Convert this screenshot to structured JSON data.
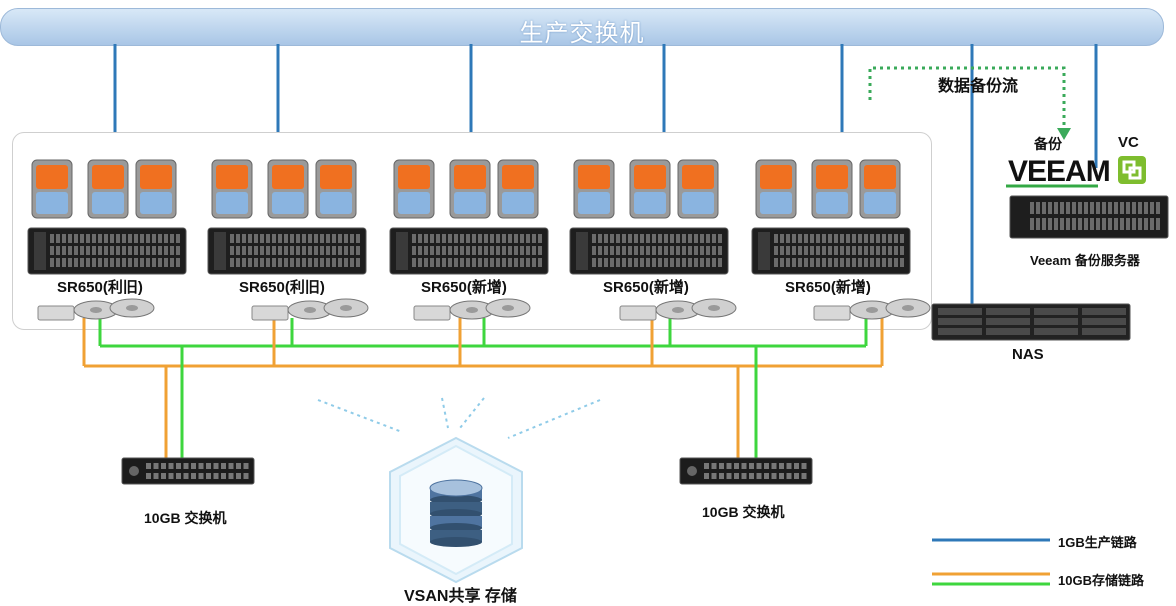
{
  "production_switch": {
    "label": "生产交换机"
  },
  "backup_flow": {
    "label": "数据备份流"
  },
  "backup_tag": {
    "label": "备份"
  },
  "veeam": {
    "logo_text": "VEEAM",
    "server_label": "Veeam 备份服务器"
  },
  "vc": {
    "label": "VC"
  },
  "nas": {
    "label": "NAS"
  },
  "servers": [
    {
      "label": "SR650(利旧)"
    },
    {
      "label": "SR650(利旧)"
    },
    {
      "label": "SR650(新增)"
    },
    {
      "label": "SR650(新增)"
    },
    {
      "label": "SR650(新增)"
    }
  ],
  "switches": [
    {
      "label": "10GB 交换机"
    },
    {
      "label": "10GB 交换机"
    }
  ],
  "vsan": {
    "label": "VSAN共享 存储"
  },
  "legend": [
    {
      "label": "1GB生产链路",
      "color": "#2e78b8"
    },
    {
      "label": "10GB存储链路",
      "color": "#f5a623"
    }
  ],
  "colors": {
    "production_link": "#2e78b8",
    "storage_link_orange": "#f0a134",
    "storage_link_green": "#3ed63e",
    "backup_flow": "#3aaa5a",
    "vm_orange": "#f07020",
    "vm_blue": "#8ab4e0"
  }
}
